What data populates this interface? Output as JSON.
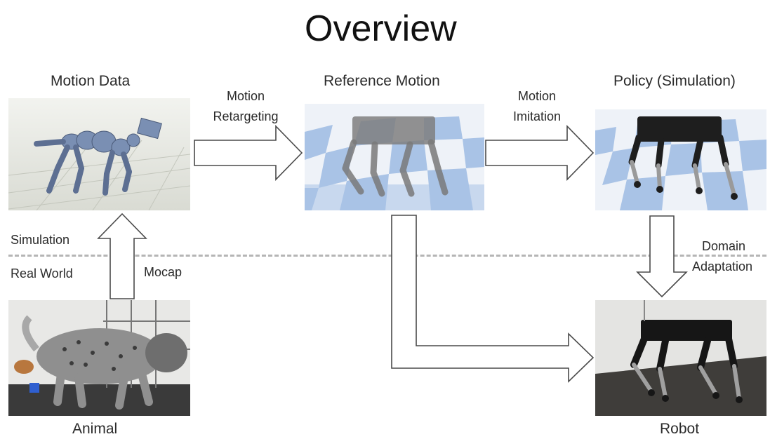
{
  "title": "Overview",
  "stages": {
    "motion_data": "Motion Data",
    "reference_motion": "Reference Motion",
    "policy": "Policy (Simulation)",
    "animal": "Animal",
    "robot": "Robot"
  },
  "transitions": {
    "retargeting": [
      "Motion",
      "Retargeting"
    ],
    "imitation": [
      "Motion",
      "Imitation"
    ],
    "domain_adaptation": [
      "Domain",
      "Adaptation"
    ],
    "mocap": "Mocap"
  },
  "regions": {
    "simulation": "Simulation",
    "real_world": "Real World"
  },
  "colors": {
    "checker_blue": "#a9c3e6",
    "checker_light": "#eef2f8",
    "arrow_stroke": "#4a4a4a",
    "divider": "#b5b5b5"
  }
}
